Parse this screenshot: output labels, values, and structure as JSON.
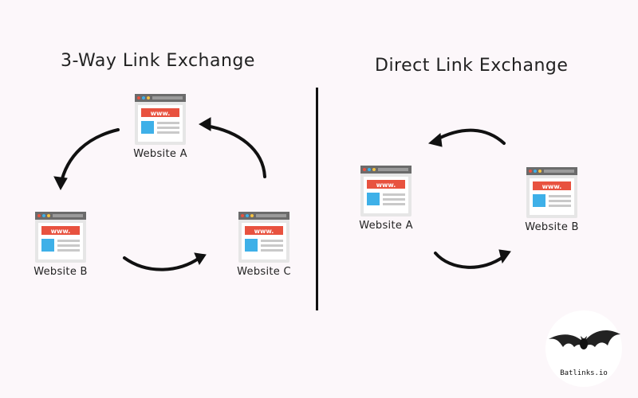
{
  "left": {
    "title": "3-Way Link Exchange",
    "sites": [
      "Website A",
      "Website B",
      "Website C"
    ]
  },
  "right": {
    "title": "Direct Link Exchange",
    "sites": [
      "Website A",
      "Website B"
    ]
  },
  "browser_icon": {
    "text": "www.",
    "colors": {
      "titlebar": "#6b6b6b",
      "frame": "#e6e6e6",
      "banner": "#e8523f",
      "image": "#3eb0e8",
      "lines": "#c9c9c9",
      "dot_red": "#e8523f",
      "dot_blue": "#3eb0e8",
      "dot_yellow": "#f5c342"
    }
  },
  "logo": {
    "text": "Batlinks.io"
  }
}
